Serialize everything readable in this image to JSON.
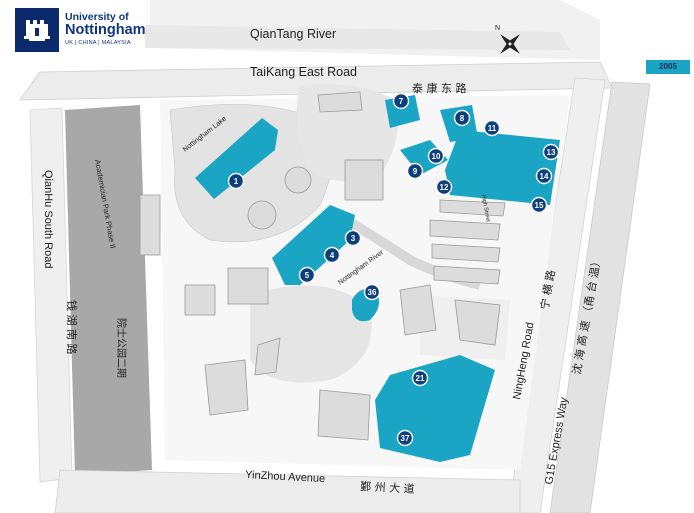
{
  "logo": {
    "line1": "University of",
    "line2": "Nottingham",
    "line3": "UK | CHINA | MALAYSIA"
  },
  "year_badge": "2005",
  "roads": {
    "qiantang_river": "QianTang River",
    "taikang_east_road": "TaiKang East Road",
    "taikang_cn": "泰 康 东 路",
    "qianhu_south_road": "QianHu South Road",
    "qianhu_cn": "钱 湖 南 路",
    "academician_park": "Academician Park Phase II",
    "academician_cn": "院士公园二期",
    "nottingham_lake": "Nottingham Lake",
    "nottingham_river": "Nottingham River",
    "high_street": "High Street",
    "ningheng_road": "NingHeng Road",
    "ningheng_cn": "宁 横 路",
    "g15_expressway": "G15 Express Way",
    "g15_cn": "沈 海 高 速 （甬 台 温）",
    "yinzhou_avenue": "YinZhou Avenue",
    "yinzhou_cn": "鄞 州 大 道"
  },
  "compass_label": "N",
  "buildings": [
    {
      "id": "1"
    },
    {
      "id": "3"
    },
    {
      "id": "4"
    },
    {
      "id": "5"
    },
    {
      "id": "7"
    },
    {
      "id": "8"
    },
    {
      "id": "9"
    },
    {
      "id": "10"
    },
    {
      "id": "11"
    },
    {
      "id": "12"
    },
    {
      "id": "13"
    },
    {
      "id": "14"
    },
    {
      "id": "15"
    },
    {
      "id": "21"
    },
    {
      "id": "36"
    },
    {
      "id": "37"
    }
  ],
  "colors": {
    "highlight": "#1aa5c4",
    "badge": "#0d3f7f",
    "road": "#eaeaea",
    "green_space": "#e0e0e0",
    "dark_band": "#a8a8a8"
  }
}
